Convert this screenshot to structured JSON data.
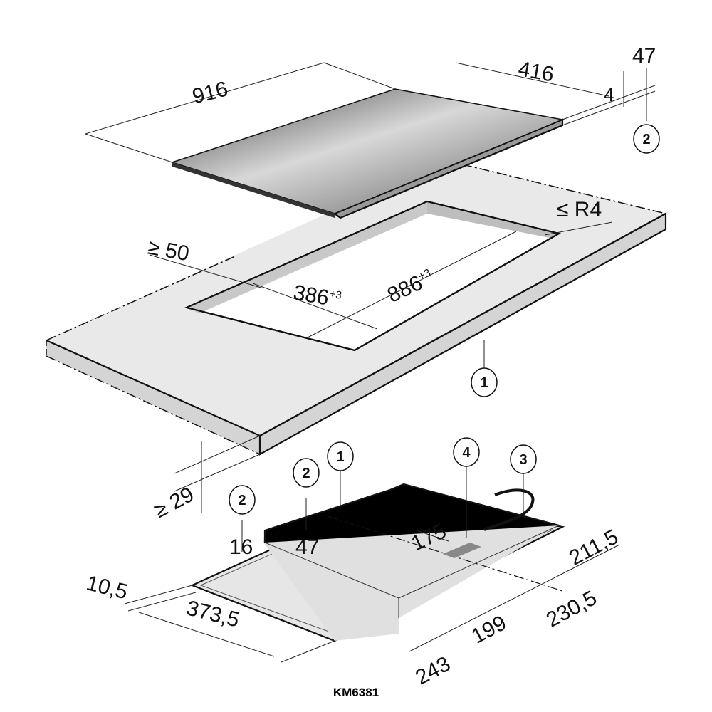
{
  "caption": "KM6381",
  "dimensions": {
    "width": "916",
    "depth": "416",
    "glass_thickness": "4",
    "height": "47",
    "corner_radius": "≤ R4",
    "min_edge": "≥ 50",
    "cutout_depth": "386",
    "cutout_depth_tol": "+3",
    "cutout_width": "886",
    "cutout_width_tol": "+3",
    "min_worktop": "≥ 29",
    "base_height_16": "16",
    "base_height_47": "47",
    "d_175": "175",
    "d_211_5": "211,5",
    "d_230_5": "230,5",
    "d_199": "199",
    "d_243": "243",
    "d_373_5": "373,5",
    "d_10_5": "10,5"
  },
  "callouts": [
    "1",
    "2",
    "3",
    "4"
  ]
}
